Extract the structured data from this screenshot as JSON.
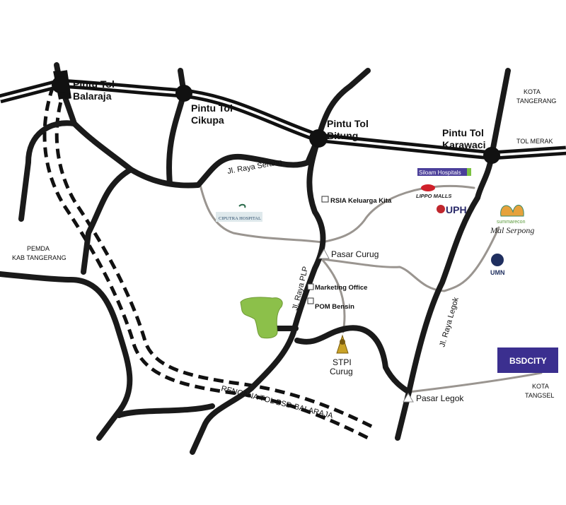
{
  "toll_gates": [
    {
      "line1": "Pintu Tol",
      "line2": "Balaraja"
    },
    {
      "line1": "Pintu Tol",
      "line2": "Cikupa"
    },
    {
      "line1": "Pintu Tol",
      "line2": "Bitung"
    },
    {
      "line1": "Pintu Tol",
      "line2": "Karawaci"
    }
  ],
  "regions": {
    "kota_tangerang": [
      "KOTA",
      "TANGERANG"
    ],
    "tol_merak": "TOL MERAK",
    "pemda": [
      "PEMDA",
      "KAB TANGERANG"
    ],
    "kota_tangsel": [
      "KOTA",
      "TANGSEL"
    ]
  },
  "roads": {
    "raya_serang": "Jl. Raya Serang",
    "raya_plp": "Jl. Raya PLP",
    "raya_legok": "Jl. Raya Legok",
    "planned_toll": "RENCANA TOL BSD-BALARAJA"
  },
  "places": {
    "rsia": "RSIA Keluarga Kita",
    "pasar_curug": "Pasar Curug",
    "marketing": "Marketing Office",
    "pom": "POM Bensin",
    "stpi": [
      "STPI",
      "Curug"
    ],
    "pasar_legok": "Pasar Legok"
  },
  "logos": {
    "ciputra": "CIPUTRA HOSPITAL",
    "siloam": "Siloam Hospitals",
    "lippo": "LIPPO MALLS",
    "uph": "UPH",
    "summarecon": "summarecon",
    "mal_serpong": "Mal Serpong",
    "umn": "UMN",
    "bsd": "BSDCITY"
  },
  "colors": {
    "road": "#1a1a1a",
    "minor_road": "#9a9590",
    "site": "#8cc04a",
    "bsd": "#3b2f8f"
  }
}
